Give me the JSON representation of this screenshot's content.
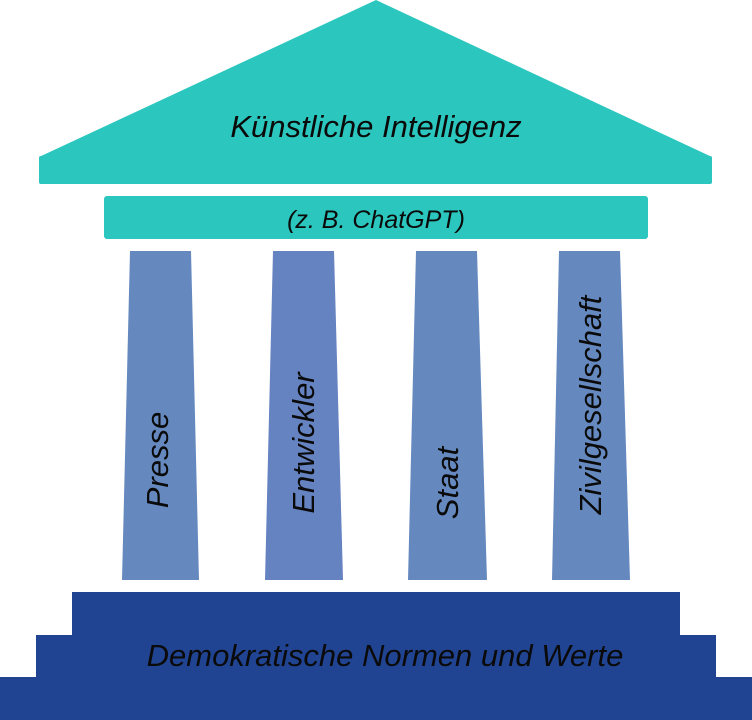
{
  "roof": {
    "title": "Künstliche Intelligenz",
    "color": "#2bc6be"
  },
  "architrave": {
    "label": "(z. B. ChatGPT)",
    "color": "#2bc6be"
  },
  "pillars": [
    {
      "label": "Presse",
      "color": "#6589bf"
    },
    {
      "label": "Entwickler",
      "color": "#6582c1"
    },
    {
      "label": "Staat",
      "color": "#6589bf"
    },
    {
      "label": "Zivilgesellschaft",
      "color": "#6589bf"
    }
  ],
  "foundation": {
    "label": "Demokratische Normen und Werte",
    "color": "#214492"
  }
}
